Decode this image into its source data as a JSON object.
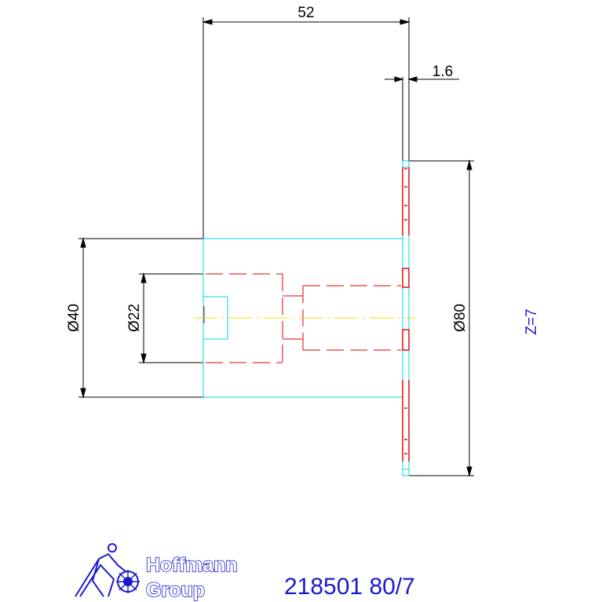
{
  "dimensions": {
    "overall_length": "52",
    "blade_thickness": "1.6",
    "hub_diameter": "Ø40",
    "bore_diameter": "Ø22",
    "blade_diameter": "Ø80"
  },
  "teeth_count": "Z=7",
  "logo": {
    "line1": "Hoffmann",
    "line2": "Group"
  },
  "part_number": "218501 80/7",
  "colors": {
    "dimension": "#000000",
    "outline": "#00d8e0",
    "hidden": "#e00000",
    "center": "#e8e000",
    "brand": "#1a1acc"
  }
}
